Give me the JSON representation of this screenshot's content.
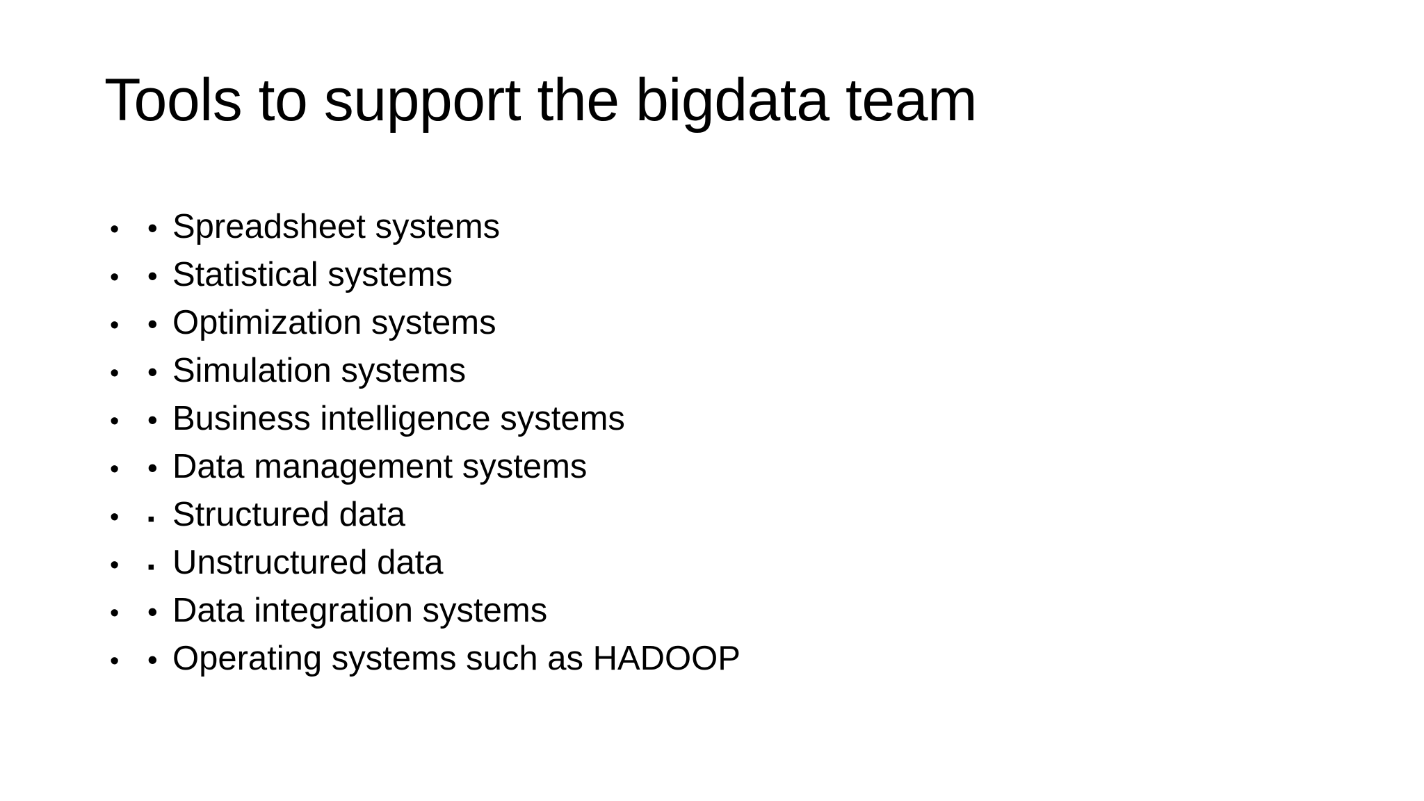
{
  "slide": {
    "background_color": "#FFFFFF",
    "text_color": "#000000",
    "title": "Tools to support the bigdata team",
    "outer_bullet_glyph": "•",
    "bullets": [
      {
        "marker": "•",
        "marker_type": "disc",
        "text": "Spreadsheet systems"
      },
      {
        "marker": "•",
        "marker_type": "disc",
        "text": "Statistical systems"
      },
      {
        "marker": "•",
        "marker_type": "disc",
        "text": "Optimization systems"
      },
      {
        "marker": "•",
        "marker_type": "disc",
        "text": "Simulation systems"
      },
      {
        "marker": "•",
        "marker_type": "disc",
        "text": "Business intelligence systems"
      },
      {
        "marker": "•",
        "marker_type": "disc",
        "text": "Data management systems"
      },
      {
        "marker": "▪",
        "marker_type": "square",
        "text": "Structured data"
      },
      {
        "marker": "▪",
        "marker_type": "square",
        "text": "Unstructured data"
      },
      {
        "marker": "•",
        "marker_type": "disc",
        "text": "Data integration systems"
      },
      {
        "marker": "•",
        "marker_type": "disc",
        "text": "Operating systems such as HADOOP"
      }
    ]
  }
}
